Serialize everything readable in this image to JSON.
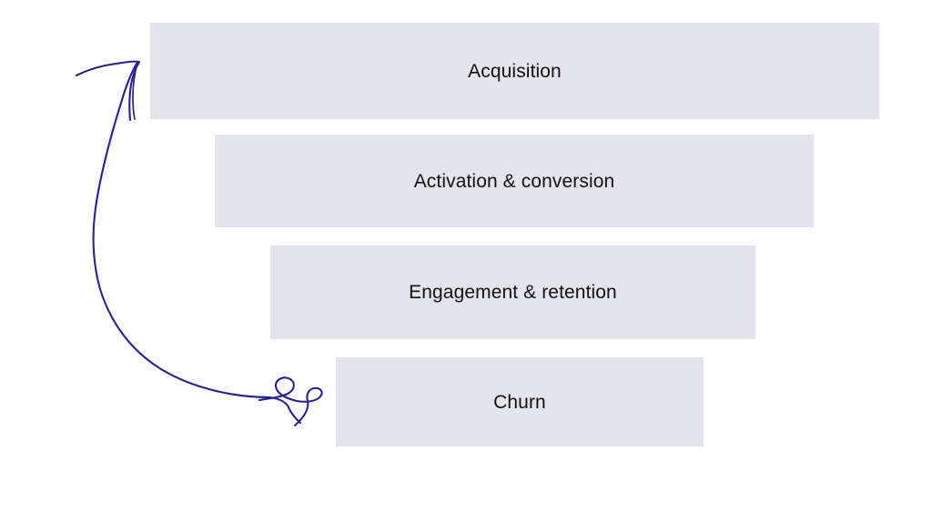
{
  "diagram": {
    "type": "funnel",
    "title": "",
    "background_color": "#ffffff",
    "bar_fill_color": "#e4e4ee",
    "label_text_color": "#121212",
    "arrow_color": "#2a1f8f",
    "stages": [
      {
        "label": "Acquisition",
        "width_ratio": 1.0
      },
      {
        "label": "Activation & conversion",
        "width_ratio": 0.82
      },
      {
        "label": "Engagement & retention",
        "width_ratio": 0.67
      },
      {
        "label": "Churn",
        "width_ratio": 0.5
      }
    ],
    "annotation": {
      "name": "feedback-loop-arrow",
      "style": "hand-drawn",
      "from_stage": "Churn",
      "to_stage": "Acquisition",
      "label": ""
    }
  }
}
